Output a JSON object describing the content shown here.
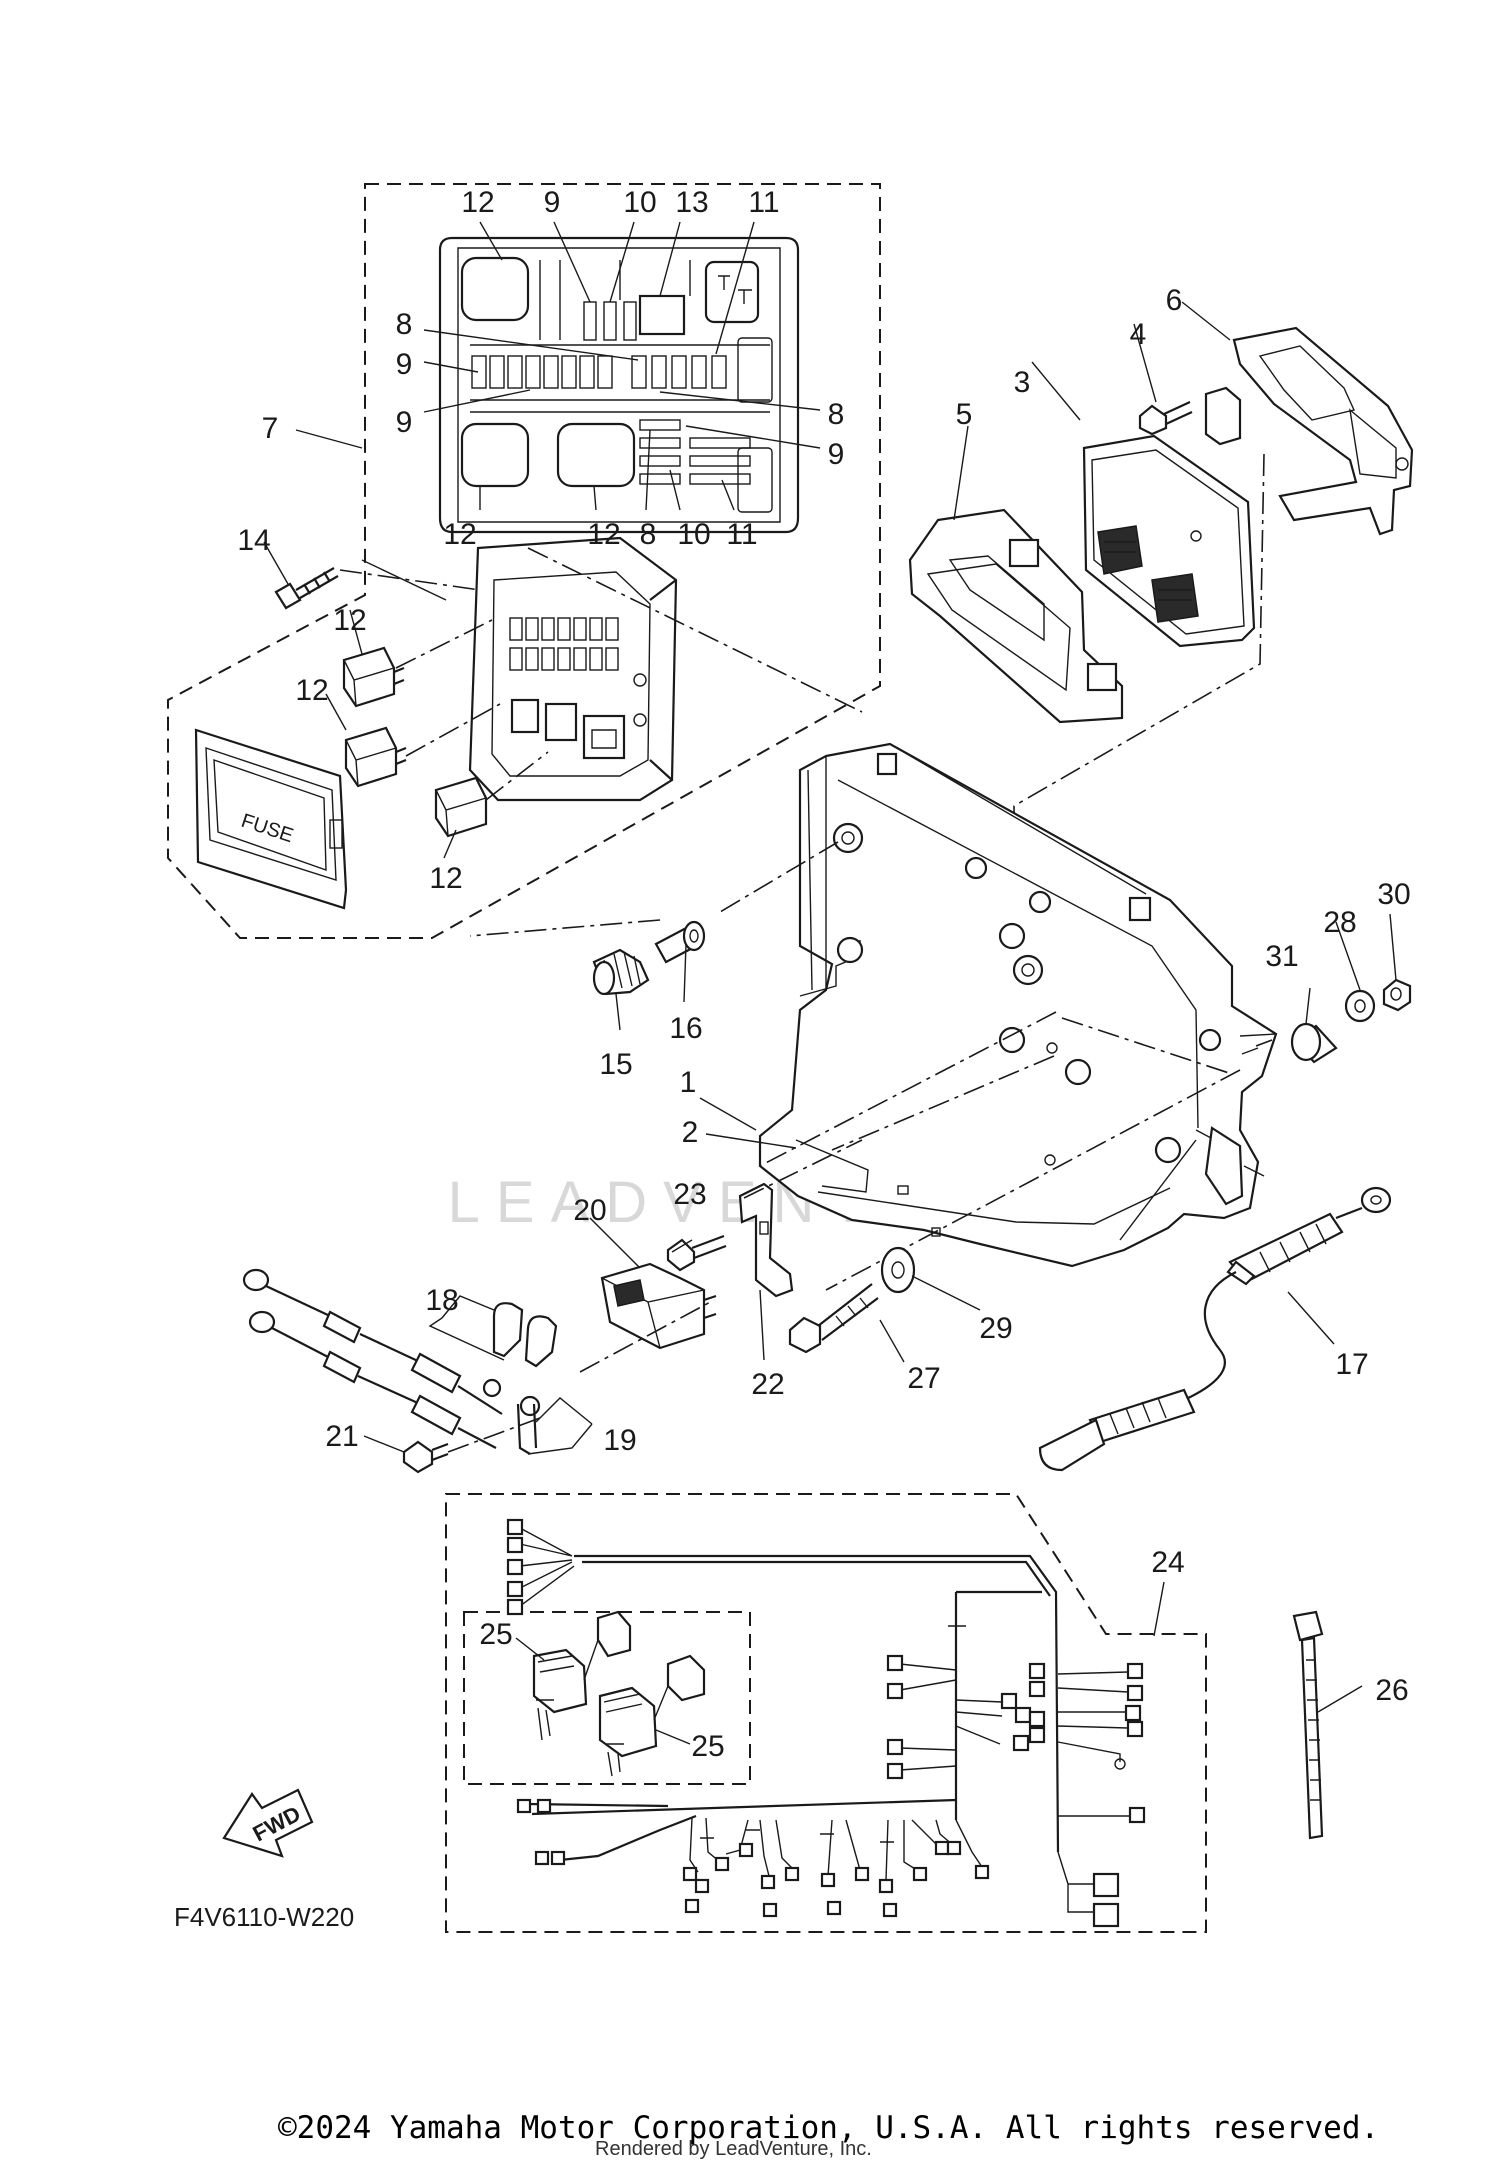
{
  "diagram": {
    "code": "F4V6110-W220",
    "fuse_label": "FUSE",
    "fwd_label": "FWD",
    "watermark": "LEADVENTURE",
    "callouts": {
      "c1": "1",
      "c2": "2",
      "c3": "3",
      "c4": "4",
      "c5": "5",
      "c6": "6",
      "c7": "7",
      "c8a": "8",
      "c8b": "8",
      "c8c": "8",
      "c9a": "9",
      "c9b": "9",
      "c9c": "9",
      "c9d": "9",
      "c10a": "10",
      "c10b": "10",
      "c11a": "11",
      "c11b": "11",
      "c12a": "12",
      "c12b": "12",
      "c12c": "12",
      "c12d": "12",
      "c12e": "12",
      "c12f": "12",
      "c13": "13",
      "c14": "14",
      "c15": "15",
      "c16": "16",
      "c17": "17",
      "c18": "18",
      "c19": "19",
      "c20": "20",
      "c21": "21",
      "c22": "22",
      "c23": "23",
      "c24": "24",
      "c25a": "25",
      "c25b": "25",
      "c26": "26",
      "c27": "27",
      "c28": "28",
      "c29": "29",
      "c30": "30",
      "c31": "31"
    }
  },
  "footer": {
    "copyright": "©2024 Yamaha Motor Corporation, U.S.A. All rights reserved.",
    "rendered_by": "Rendered by LeadVenture, Inc."
  }
}
